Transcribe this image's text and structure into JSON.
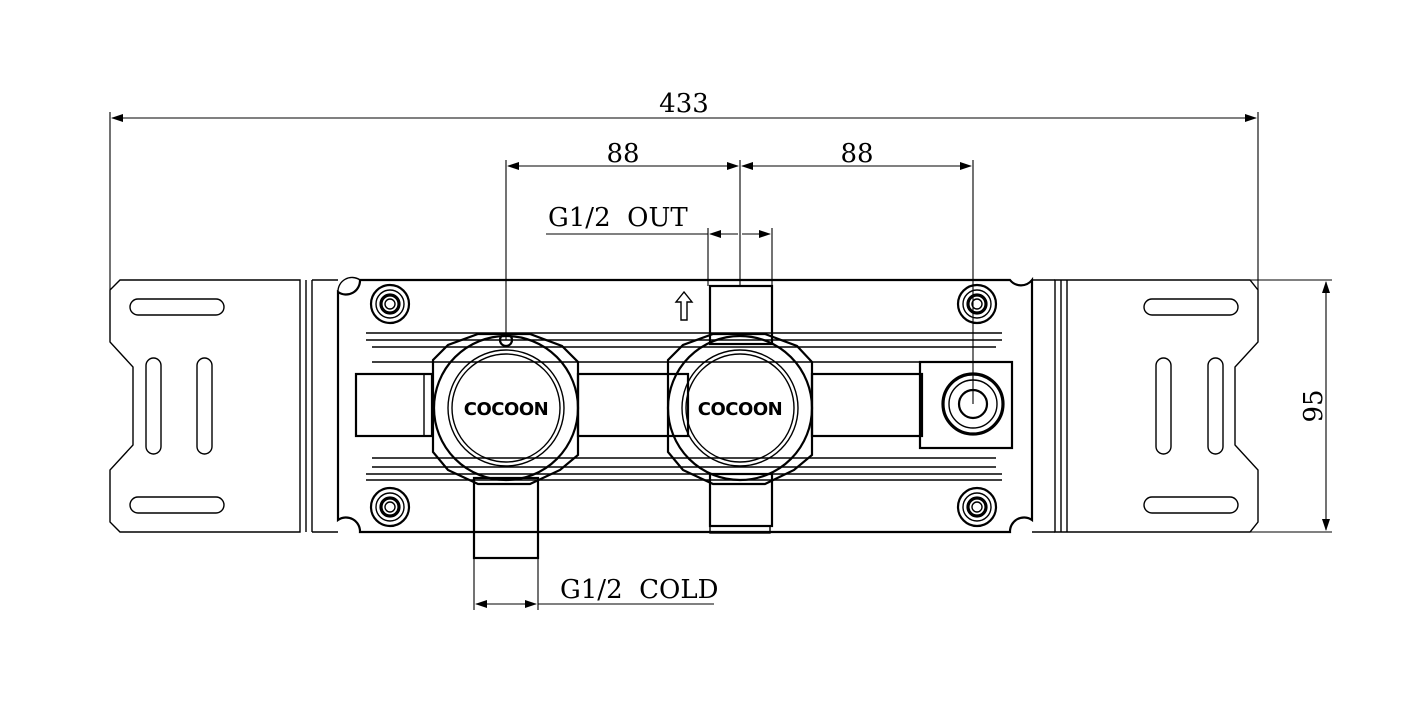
{
  "dimensions": {
    "overall_width": "433",
    "left_spacing": "88",
    "right_spacing": "88",
    "height": "95"
  },
  "labels": {
    "outlet": "G1/2  OUT",
    "cold_inlet": "G1/2  COLD"
  },
  "knobs": {
    "left_brand": "COCOON",
    "right_brand": "COCOON"
  }
}
